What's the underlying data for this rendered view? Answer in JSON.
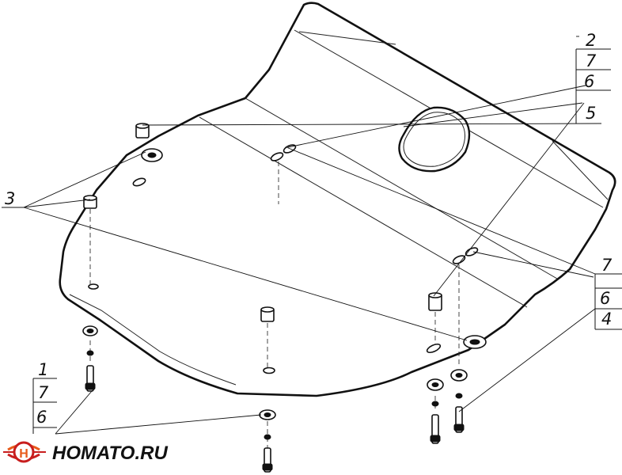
{
  "callouts": {
    "right_top": [
      "2",
      "7",
      "6",
      "5"
    ],
    "right_mid": [
      "7",
      "6",
      "4"
    ],
    "left": "3",
    "bottom_left": [
      "1",
      "7",
      "6"
    ]
  },
  "watermark": {
    "text": "HOMATO.RU",
    "logo_letter": "H"
  },
  "colors": {
    "line": "#111111",
    "logo_orange": "#e85a1a",
    "logo_red": "#c81e1e"
  }
}
